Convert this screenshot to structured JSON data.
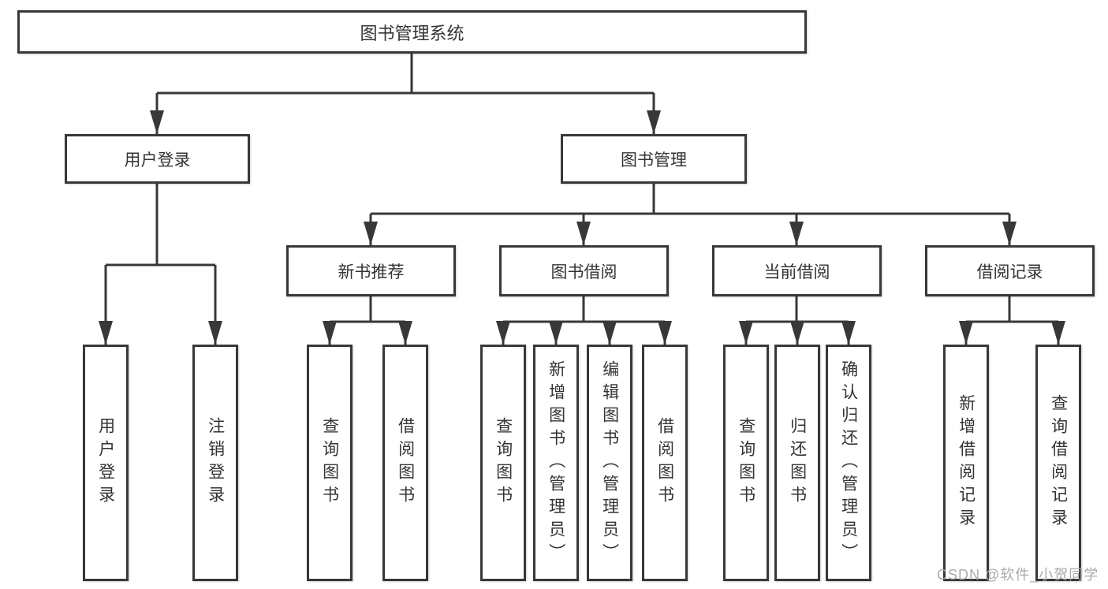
{
  "diagram": {
    "root": {
      "label": "图书管理系统"
    },
    "level2": [
      {
        "label": "用户登录"
      },
      {
        "label": "图书管理"
      }
    ],
    "level3": [
      {
        "label": "新书推荐"
      },
      {
        "label": "图书借阅"
      },
      {
        "label": "当前借阅"
      },
      {
        "label": "借阅记录"
      }
    ],
    "leaves": {
      "user_login": [
        "用户登录",
        "注销登录"
      ],
      "new_books": [
        "查询图书",
        "借阅图书"
      ],
      "book_borrow": [
        "查询图书",
        "新增图书（管理员）",
        "编辑图书（管理员）",
        "借阅图书"
      ],
      "current_borrow": [
        "查询图书",
        "归还图书",
        "确认归还（管理员）"
      ],
      "borrow_records": [
        "新增借阅记录",
        "查询借阅记录"
      ]
    }
  },
  "watermark": {
    "text": "CSDN @软件_小贺同学"
  },
  "colors": {
    "line": "#383838",
    "text": "#333333",
    "watermark": "#aaaaaa",
    "background": "#ffffff"
  }
}
